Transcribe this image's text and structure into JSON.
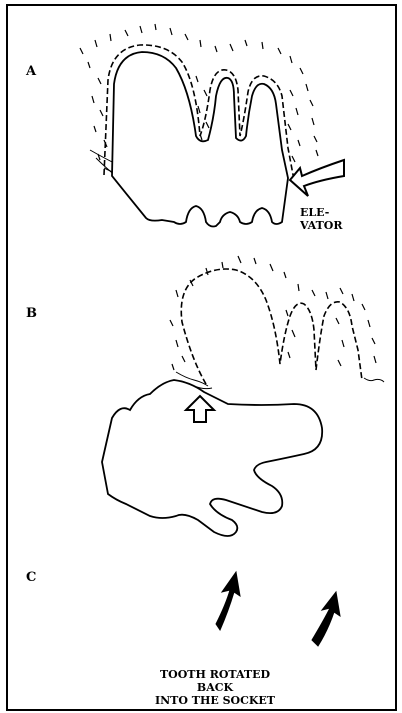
{
  "panels": {
    "a": {
      "label": "A"
    },
    "b": {
      "label": "B"
    },
    "c": {
      "label": "C"
    }
  },
  "annotations": {
    "elevator_line1": "ELE-",
    "elevator_line2": "VATOR",
    "caption_line1": "TOOTH ROTATED BACK",
    "caption_line2": "INTO THE SOCKET"
  }
}
